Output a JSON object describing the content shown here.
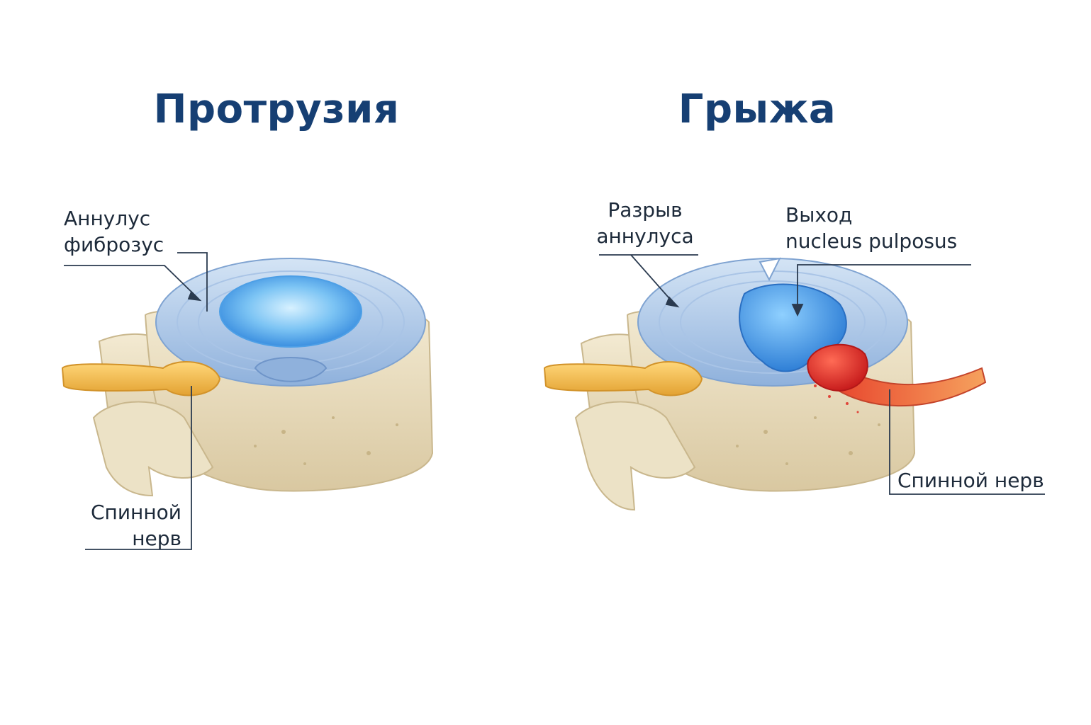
{
  "titles": {
    "left": "Протрузия",
    "right": "Грыжа"
  },
  "labels": {
    "annulus_line1": "Аннулус",
    "annulus_line2": "фиброзус",
    "nerve_left_line1": "Спинной",
    "nerve_left_line2": "нерв",
    "tear_line1": "Разрыв",
    "tear_line2": "аннулуса",
    "nucleus_line1": "Выход",
    "nucleus_line2": "nucleus pulposus",
    "nerve_right": "Спинной нерв"
  },
  "colors": {
    "title": "#163f73",
    "bone": "#eadfc2",
    "annulus": "#b7cfe9",
    "nucleus": "#4d9fe6",
    "nerve": "#f2b64a",
    "inflamed_nerve": "#e8472e"
  }
}
